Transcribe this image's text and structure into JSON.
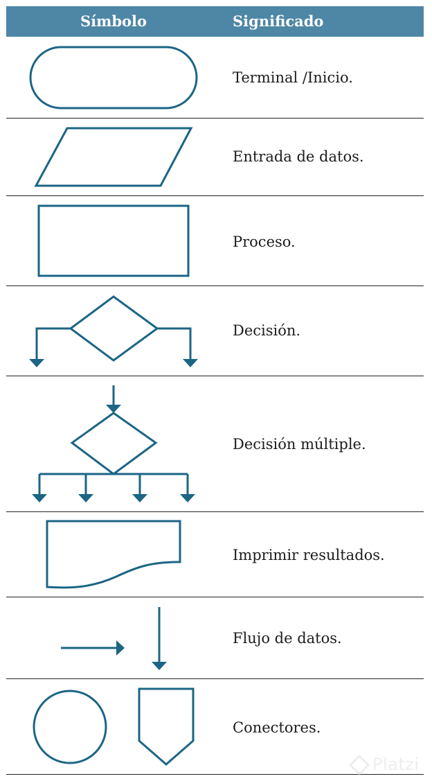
{
  "header": {
    "symbol": "Símbolo",
    "meaning": "Significado",
    "background": "#4e86a6"
  },
  "stroke_color": "#1b6585",
  "rows": [
    {
      "symbol": "terminal",
      "meaning": "Terminal /Inicio."
    },
    {
      "symbol": "data-input",
      "meaning": "Entrada de datos."
    },
    {
      "symbol": "process",
      "meaning": "Proceso."
    },
    {
      "symbol": "decision",
      "meaning": "Decisión."
    },
    {
      "symbol": "multiple-decision",
      "meaning": "Decisión múltiple."
    },
    {
      "symbol": "print-output",
      "meaning": "Imprimir resultados."
    },
    {
      "symbol": "data-flow",
      "meaning": "Flujo de datos."
    },
    {
      "symbol": "connectors",
      "meaning": "Conectores."
    }
  ],
  "watermark": {
    "text": "Platzi"
  }
}
